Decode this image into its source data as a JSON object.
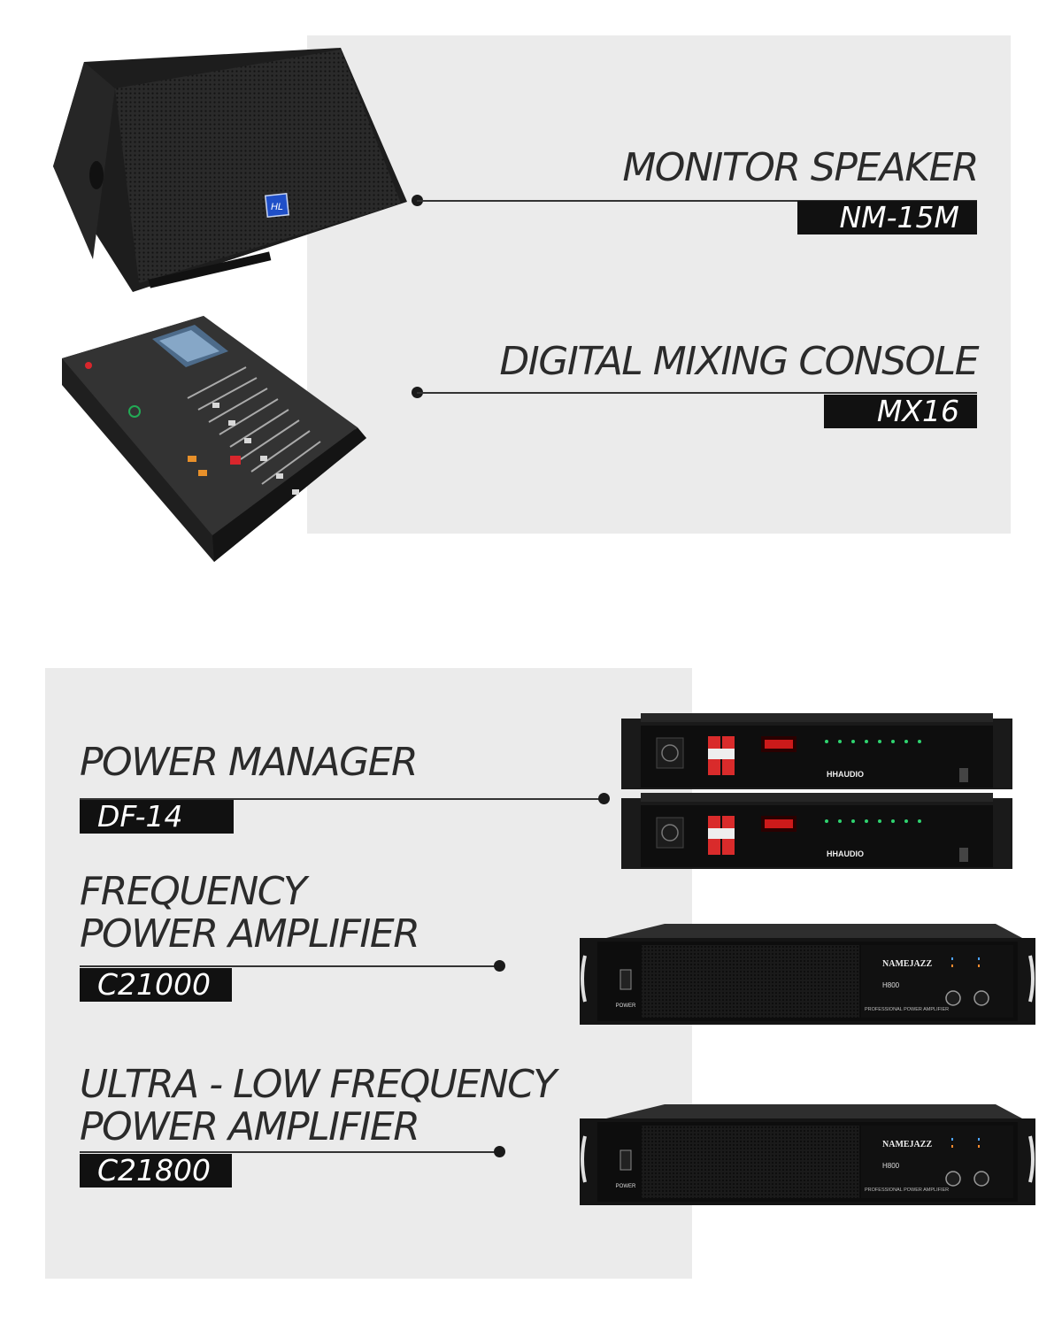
{
  "products": [
    {
      "id": "monitor-speaker",
      "title_lines": [
        "MONITOR SPEAKER"
      ],
      "model": "NM-15M"
    },
    {
      "id": "digital-mixing-console",
      "title_lines": [
        "DIGITAL MIXING CONSOLE"
      ],
      "model": "MX16"
    },
    {
      "id": "power-manager",
      "title_lines": [
        "POWER MANAGER"
      ],
      "model": "DF-14"
    },
    {
      "id": "frequency-power-amplifier",
      "title_lines": [
        "FREQUENCY",
        "POWER AMPLIFIER"
      ],
      "model": "C21000"
    },
    {
      "id": "ultra-low-frequency-power-amplifier",
      "title_lines": [
        "ULTRA - LOW FREQUENCY",
        "POWER AMPLIFIER"
      ],
      "model": "C21800"
    }
  ],
  "product_labels": {
    "speaker_logo": "HL",
    "power_manager_brand": "HHAUDIO",
    "amp_brand": "NAMEJAZZ",
    "amp_model": "H800",
    "amp_caption": "PROFESSIONAL POWER AMPLIFIER",
    "amp_power_label": "POWER"
  },
  "colors": {
    "panel": "#ebebeb",
    "tag": "#111111",
    "text": "#2b2b2b"
  }
}
